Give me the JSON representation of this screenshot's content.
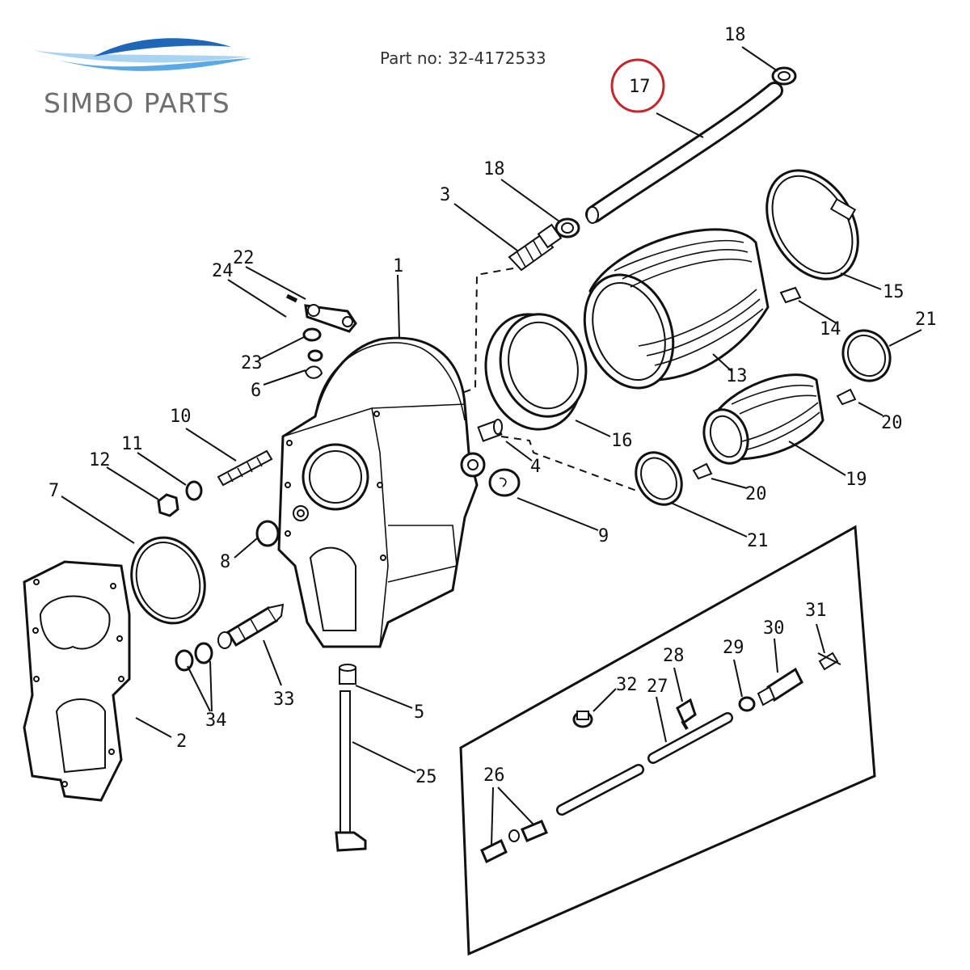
{
  "brand": {
    "name": "SIMBO PARTS",
    "wave_colors": [
      "#5aa9e6",
      "#1f66b8",
      "#a9d3f3"
    ]
  },
  "part_number_label": "Part no: 32-4172533",
  "highlight": {
    "callout": "17",
    "color": "#c0282d"
  },
  "callouts": {
    "c1": "1",
    "c2": "2",
    "c3": "3",
    "c4": "4",
    "c5": "5",
    "c6": "6",
    "c7": "7",
    "c8": "8",
    "c9": "9",
    "c10": "10",
    "c11": "11",
    "c12": "12",
    "c13": "13",
    "c14": "14",
    "c15": "15",
    "c16": "16",
    "c17": "17",
    "c18a": "18",
    "c18b": "18",
    "c19": "19",
    "c20a": "20",
    "c20b": "20",
    "c21a": "21",
    "c21b": "21",
    "c22": "22",
    "c23": "23",
    "c24": "24",
    "c25": "25",
    "c26": "26",
    "c27": "27",
    "c28": "28",
    "c29": "29",
    "c30": "30",
    "c31": "31",
    "c32": "32",
    "c33": "33",
    "c34": "34"
  }
}
